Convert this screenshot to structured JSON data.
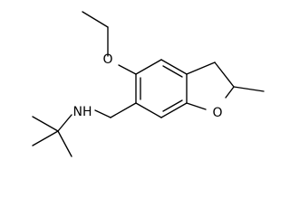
{
  "molecule": {
    "atoms": {
      "oxygen_ethoxy": "O",
      "nitrogen_amine": "NH",
      "oxygen_ring": "O"
    }
  }
}
